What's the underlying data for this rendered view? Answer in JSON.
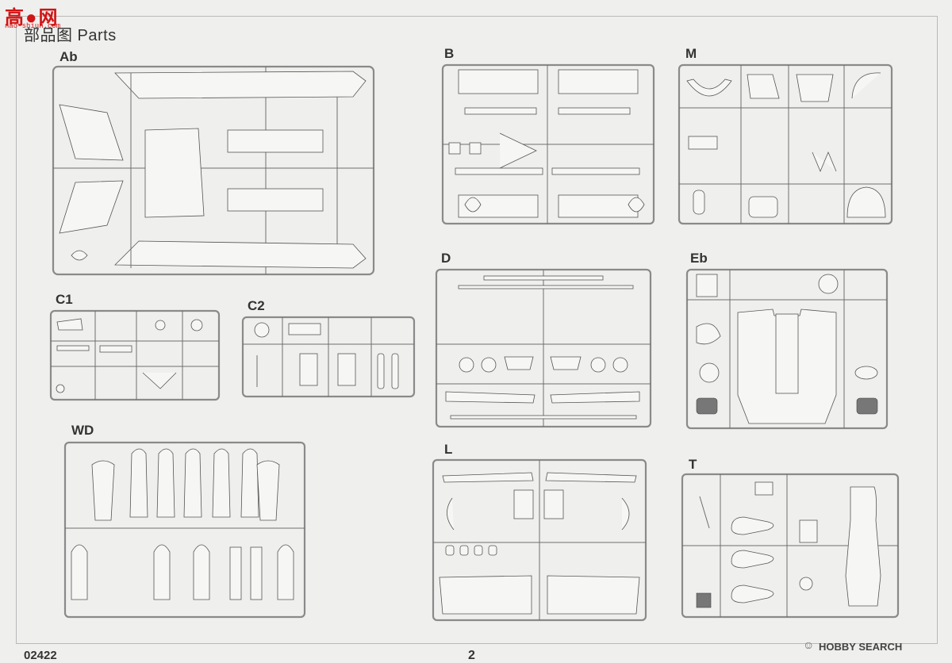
{
  "header": {
    "title": "部品图 Parts",
    "logo_main": "高●网",
    "logo_sub": "nao-shiun.com"
  },
  "sprues": {
    "ab": "Ab",
    "b": "B",
    "m": "M",
    "c1": "C1",
    "c2": "C2",
    "d": "D",
    "eb": "Eb",
    "wd": "WD",
    "l": "L",
    "t": "T"
  },
  "footer": {
    "code": "02422",
    "page": "2",
    "watermark_icon": "☺",
    "watermark": "HOBBY SEARCH"
  }
}
